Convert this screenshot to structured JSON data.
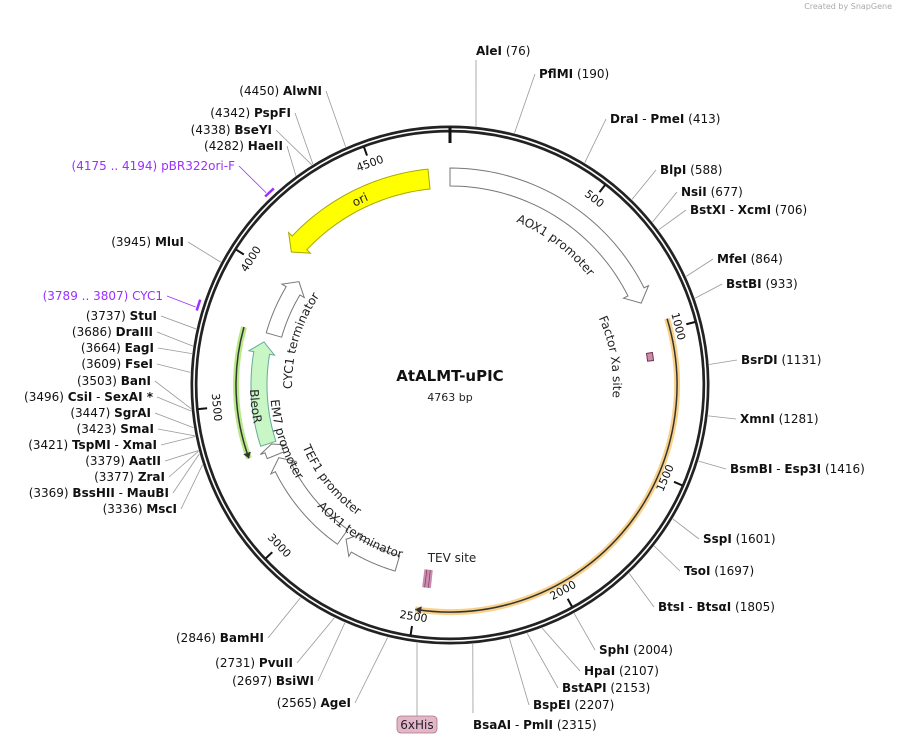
{
  "credit": "Created by SnapGene",
  "plasmid": {
    "name": "AtALMT-uPIC",
    "size_label": "4763 bp",
    "length": 4763
  },
  "ticks": [
    500,
    1000,
    1500,
    2000,
    2500,
    3000,
    3500,
    4000,
    4500
  ],
  "colors": {
    "backbone": "#222222",
    "ori": "#ffff00",
    "bleor": "#c8f7c5",
    "orf_orange": "#f7c56b",
    "orf_green": "#a6e36a",
    "site": "#c98cb0",
    "primer": "#9b30ff"
  },
  "enzymes": [
    {
      "names": [
        "AleI"
      ],
      "pos": "(76)",
      "bp": 76
    },
    {
      "names": [
        "PflMI"
      ],
      "pos": "(190)",
      "bp": 190
    },
    {
      "names": [
        "DraI",
        "PmeI"
      ],
      "pos": "(413)",
      "bp": 413
    },
    {
      "names": [
        "BlpI"
      ],
      "pos": "(588)",
      "bp": 588
    },
    {
      "names": [
        "NsiI"
      ],
      "pos": "(677)",
      "bp": 677
    },
    {
      "names": [
        "BstXI",
        "XcmI"
      ],
      "pos": "(706)",
      "bp": 706
    },
    {
      "names": [
        "MfeI"
      ],
      "pos": "(864)",
      "bp": 864
    },
    {
      "names": [
        "BstBI"
      ],
      "pos": "(933)",
      "bp": 933
    },
    {
      "names": [
        "BsrDI"
      ],
      "pos": "(1131)",
      "bp": 1131
    },
    {
      "names": [
        "XmnI"
      ],
      "pos": "(1281)",
      "bp": 1281
    },
    {
      "names": [
        "BsmBI",
        "Esp3I"
      ],
      "pos": "(1416)",
      "bp": 1416
    },
    {
      "names": [
        "SspI"
      ],
      "pos": "(1601)",
      "bp": 1601
    },
    {
      "names": [
        "TsoI"
      ],
      "pos": "(1697)",
      "bp": 1697
    },
    {
      "names": [
        "BtsI",
        "BtsαI"
      ],
      "pos": "(1805)",
      "bp": 1805
    },
    {
      "names": [
        "SphI"
      ],
      "pos": "(2004)",
      "bp": 2004
    },
    {
      "names": [
        "HpaI"
      ],
      "pos": "(2107)",
      "bp": 2107
    },
    {
      "names": [
        "BstAPI"
      ],
      "pos": "(2153)",
      "bp": 2153
    },
    {
      "names": [
        "BspEI"
      ],
      "pos": "(2207)",
      "bp": 2207
    },
    {
      "names": [
        "BsaAI",
        "PmlI"
      ],
      "pos": "(2315)",
      "bp": 2315
    },
    {
      "names": [
        "AgeI"
      ],
      "pos": "(2565)",
      "bp": 2565
    },
    {
      "names": [
        "BsiWI"
      ],
      "pos": "(2697)",
      "bp": 2697
    },
    {
      "names": [
        "PvuII"
      ],
      "pos": "(2731)",
      "bp": 2731
    },
    {
      "names": [
        "BamHI"
      ],
      "pos": "(2846)",
      "bp": 2846
    },
    {
      "names": [
        "MscI"
      ],
      "pos": "(3336)",
      "bp": 3336
    },
    {
      "names": [
        "BssHII",
        "MauBI"
      ],
      "pos": "(3369)",
      "bp": 3369
    },
    {
      "names": [
        "ZraI"
      ],
      "pos": "(3377)",
      "bp": 3377
    },
    {
      "names": [
        "AatII"
      ],
      "pos": "(3379)",
      "bp": 3379
    },
    {
      "names": [
        "TspMI",
        "XmaI"
      ],
      "pos": "(3421)",
      "bp": 3421
    },
    {
      "names": [
        "SmaI"
      ],
      "pos": "(3423)",
      "bp": 3423
    },
    {
      "names": [
        "SgrAI"
      ],
      "pos": "(3447)",
      "bp": 3447
    },
    {
      "names": [
        "CsiI",
        "SexAI *"
      ],
      "pos": "(3496)",
      "bp": 3496
    },
    {
      "names": [
        "BanI"
      ],
      "pos": "(3503)",
      "bp": 3503
    },
    {
      "names": [
        "FseI"
      ],
      "pos": "(3609)",
      "bp": 3609
    },
    {
      "names": [
        "EagI"
      ],
      "pos": "(3664)",
      "bp": 3664
    },
    {
      "names": [
        "DraIII"
      ],
      "pos": "(3686)",
      "bp": 3686
    },
    {
      "names": [
        "StuI"
      ],
      "pos": "(3737)",
      "bp": 3737
    },
    {
      "names": [
        "MluI"
      ],
      "pos": "(3945)",
      "bp": 3945
    },
    {
      "names": [
        "HaeII"
      ],
      "pos": "(4282)",
      "bp": 4282
    },
    {
      "names": [
        "BseYI"
      ],
      "pos": "(4338)",
      "bp": 4338
    },
    {
      "names": [
        "PspFI"
      ],
      "pos": "(4342)",
      "bp": 4342
    },
    {
      "names": [
        "AlwNI"
      ],
      "pos": "(4450)",
      "bp": 4450
    }
  ],
  "primers": [
    {
      "name": "pBR322ori-F",
      "range": "(4175 .. 4194)",
      "start": 4175,
      "end": 4194
    },
    {
      "name": "CYC1",
      "range": "(3789 .. 3807)",
      "start": 3789,
      "end": 3807
    }
  ],
  "features": [
    {
      "name": "AOX1 promoter",
      "type": "promoter",
      "start": 0,
      "end": 884,
      "direction": "forward"
    },
    {
      "name": "ori",
      "type": "rep_origin",
      "start": 4101,
      "end": 4686,
      "direction": "reverse"
    },
    {
      "name": "Factor Xa site",
      "type": "site",
      "start": 1070,
      "end": 1100,
      "direction": "forward"
    },
    {
      "name": "TEV site",
      "type": "site",
      "start": 2462,
      "end": 2490,
      "direction": "forward"
    },
    {
      "name": "AOX1 terminator",
      "type": "terminator",
      "start": 2599,
      "end": 2831,
      "direction": "forward"
    },
    {
      "name": "TEF1 promoter",
      "type": "promoter",
      "start": 2848,
      "end": 3268,
      "direction": "forward"
    },
    {
      "name": "EM7 promoter",
      "type": "promoter",
      "start": 3282,
      "end": 3330,
      "direction": "forward"
    },
    {
      "name": "BleoR",
      "type": "CDS",
      "start": 3335,
      "end": 3745,
      "direction": "forward"
    },
    {
      "name": "CYC1 terminator",
      "type": "terminator",
      "start": 3782,
      "end": 4027,
      "direction": "forward"
    }
  ],
  "orfs": [
    {
      "start": 966,
      "end": 2498,
      "direction": "forward",
      "color": "orange"
    },
    {
      "start": 3307,
      "end": 3780,
      "direction": "reverse",
      "color": "green"
    }
  ],
  "tag": {
    "name": "6xHis",
    "bp": 2478
  }
}
